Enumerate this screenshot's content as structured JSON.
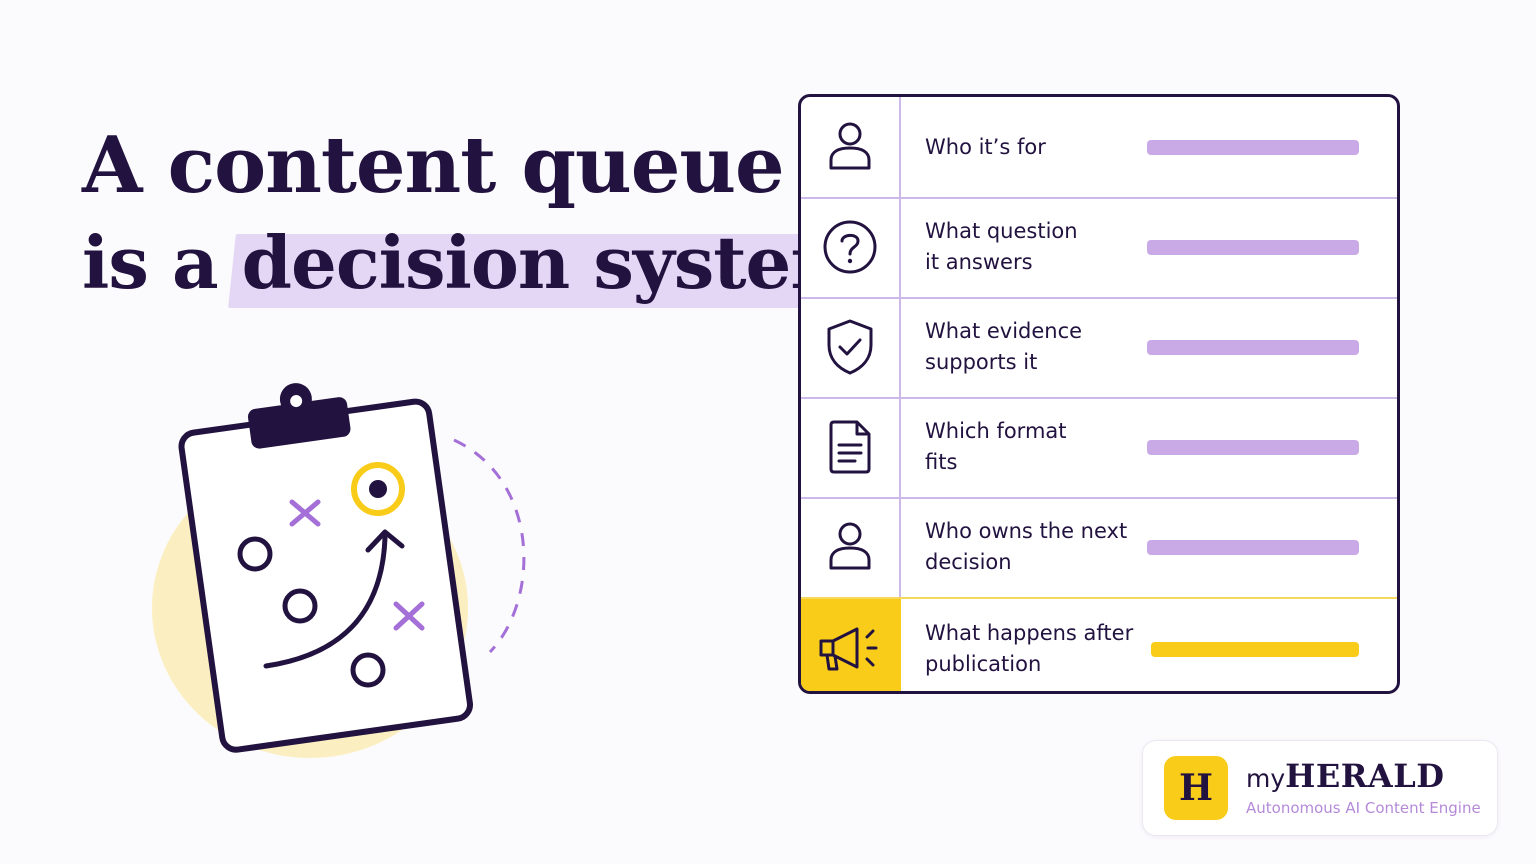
{
  "headline": {
    "line1": "A content queue",
    "line2_prefix": "is a ",
    "line2_highlight": "decision system"
  },
  "table": {
    "rows": [
      {
        "label": "Who it’s for",
        "icon": "person-icon"
      },
      {
        "label": "What question\nit answers",
        "icon": "question-circle-icon"
      },
      {
        "label": "What evidence\nsupports it",
        "icon": "shield-check-icon"
      },
      {
        "label": "Which format\nfits",
        "icon": "document-icon"
      },
      {
        "label": "Who owns the next\ndecision",
        "icon": "person-icon"
      },
      {
        "label": "What happens after\npublication",
        "icon": "megaphone-icon"
      }
    ]
  },
  "brand": {
    "logo_letter": "H",
    "name_prefix": "my",
    "name": "HERALD",
    "tagline": "Autonomous AI Content Engine"
  },
  "colors": {
    "navy": "#22123f",
    "lavender": "#c9a9e6",
    "yellow": "#f9cc1a",
    "highlight": "#e4d6f5"
  }
}
